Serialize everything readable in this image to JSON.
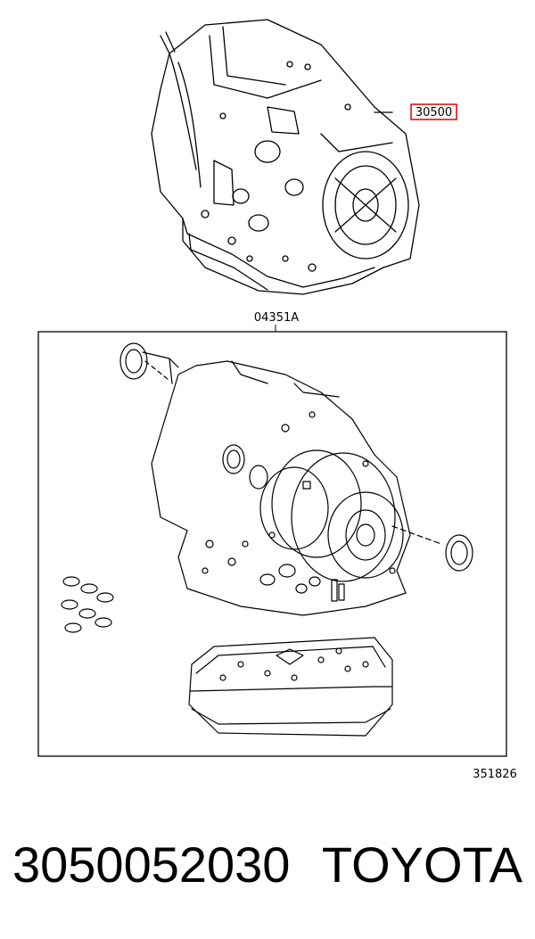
{
  "diagram": {
    "assembly_callout": "30500",
    "kit_callout": "04351A",
    "figure_number": "351826"
  },
  "caption": {
    "part_number": "3050052030",
    "brand": "TOYOTA"
  },
  "colors": {
    "callout_highlight": "#e00000",
    "line": "#000000",
    "background": "#ffffff"
  }
}
